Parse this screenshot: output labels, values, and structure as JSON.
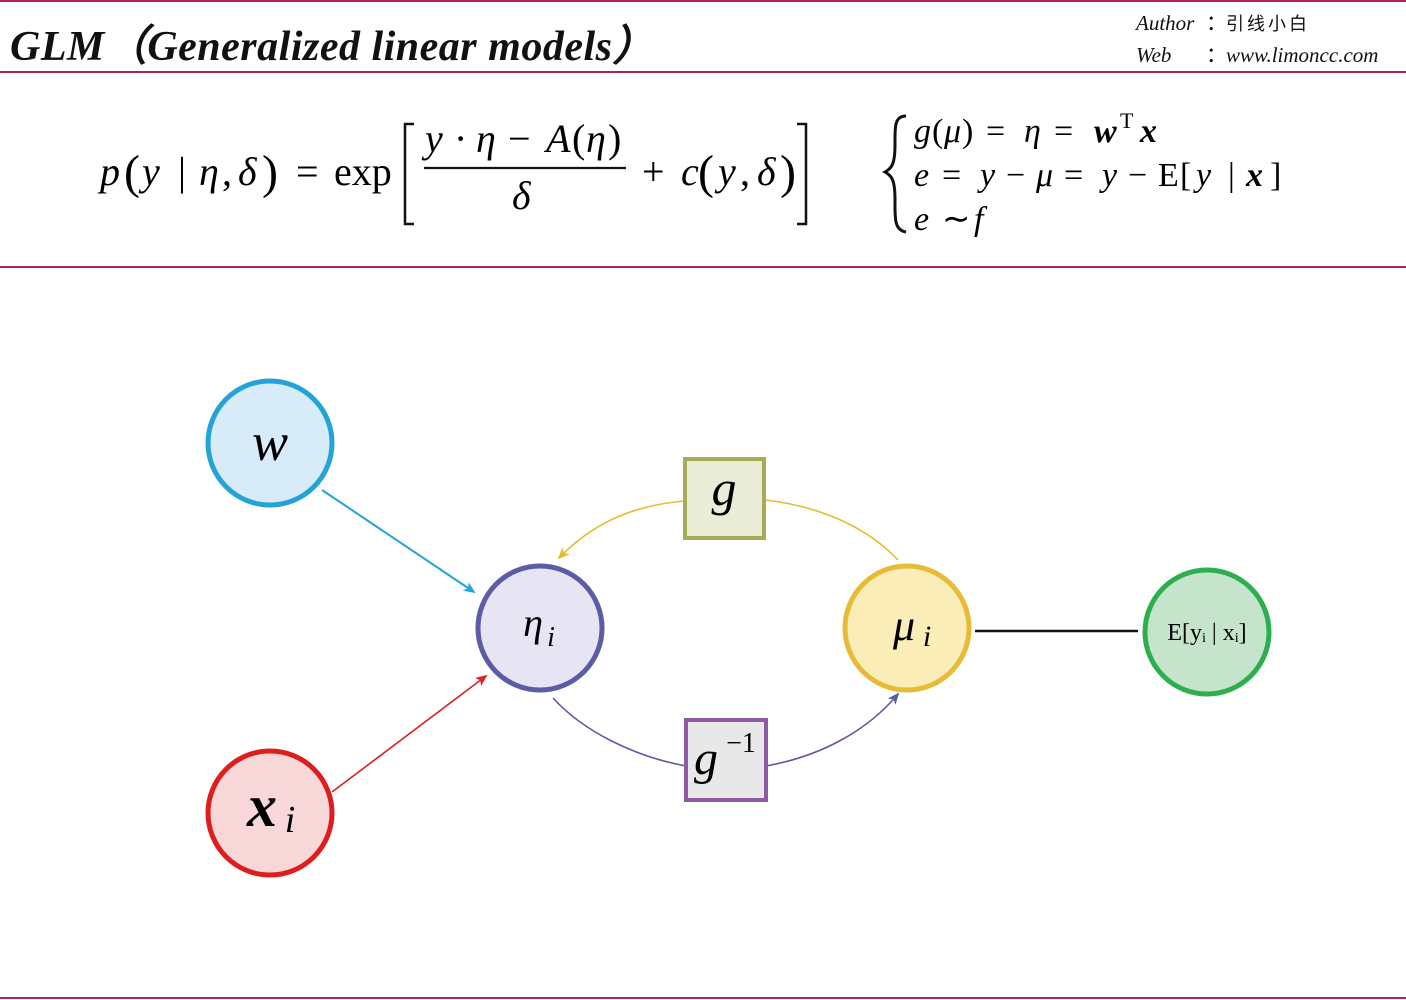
{
  "header": {
    "title": "GLM（Generalized linear models）",
    "author_label": "Author",
    "author_value": "引线小白",
    "web_label": "Web",
    "web_value": "www.limoncc.com",
    "separator": "："
  },
  "formula": {
    "density_lhs": "p(y | η, δ)",
    "density_rhs": "exp[(y·η − A(η))/δ + c(y, δ)]",
    "system": [
      "g(μ) = η = wᵀx",
      "e = y − μ = y − E[y | x]",
      "e ~ f"
    ]
  },
  "diagram": {
    "nodes": {
      "w": {
        "label": "w"
      },
      "x": {
        "label": "x",
        "sub": "i"
      },
      "eta": {
        "label": "η",
        "sub": "i"
      },
      "mu": {
        "label": "μ",
        "sub": "i"
      },
      "expect": {
        "label": "E[yᵢ | xᵢ]"
      }
    },
    "boxes": {
      "link": {
        "label": "g"
      },
      "inverse_link": {
        "label": "g",
        "sup": "−1"
      }
    },
    "colors": {
      "w": "#23a3d6",
      "w_fill": "#d7ecf8",
      "x": "#dc1e1e",
      "x_fill": "#f7d7d7",
      "eta": "#5b5ba6",
      "eta_fill": "#e7e4f3",
      "mu": "#e7bb36",
      "mu_fill": "#faedb8",
      "expect": "#2eae4d",
      "expect_fill": "#c6e4cc",
      "link": "#a6ac55",
      "inverse_link": "#8e5aa3",
      "rule": "#b3204a"
    }
  }
}
